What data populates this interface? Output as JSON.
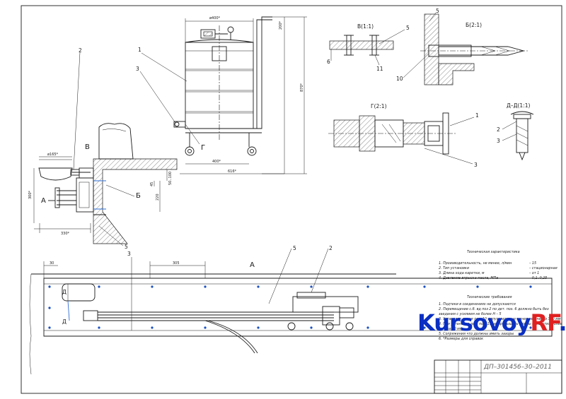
{
  "drawing": {
    "dimensions": {
      "tank_diameter": "ø400*",
      "tank_base": "400*",
      "overall_width": "616*",
      "handle_top": "200*",
      "overall_height": "870*",
      "bowl_diameter": "ø165*",
      "height_300": "300*",
      "width_330": "330*",
      "height_220": "220",
      "height_45": "45",
      "height_50_100": "50..100",
      "dim_30": "30",
      "dim_305": "305"
    },
    "labels": {
      "lead_1": "1",
      "lead_2": "2",
      "lead_3": "3",
      "lead_5": "5",
      "lead_6": "6",
      "lead_10": "10",
      "lead_11": "11",
      "view_v": "В",
      "view_a": "А",
      "view_b": "Б",
      "view_g": "Г",
      "view_d": "Д",
      "section_v": "В(1:1)",
      "section_b": "Б(2:1)",
      "section_g": "Г(2:1)",
      "section_dd": "Д–Д(1:1)",
      "view_a_title": "А"
    },
    "tech_char": {
      "title": "Техническая характеристика",
      "items": [
        {
          "name": "1. Производительность, не менее, л/мин",
          "value": "– 15"
        },
        {
          "name": "2. Тип установки",
          "value": "– стационарная"
        },
        {
          "name": "3. Длина хода каретки, м",
          "value": "– от 1"
        },
        {
          "name": "4. Давление впрыска масла, МПа",
          "value": "– 0,1..0,25"
        }
      ]
    },
    "tech_req": {
      "title": "Технические требования",
      "items": [
        "1. Подтеки в соединениях не допускаются",
        "2. Перемещение с.б. вд поз 2 по дет. поз. 6 должно быть без",
        "заедания с усилием не более Н                              – 5",
        "3. Установку двеки поз. 10 допускается не менее чем через 310 мм",
        "4. При установке дет. поз. 11 не превышать длины отверстия более",
        "чем на 10 мм",
        "5. Сопряжения что должны иметь зазоры",
        "6. *Размеры для справок"
      ]
    },
    "title_block": {
      "code": "ДП–301456–30–2011"
    },
    "watermark": {
      "part1": "Kursovoy",
      "part2": "RF",
      "part3": ".ru"
    }
  }
}
